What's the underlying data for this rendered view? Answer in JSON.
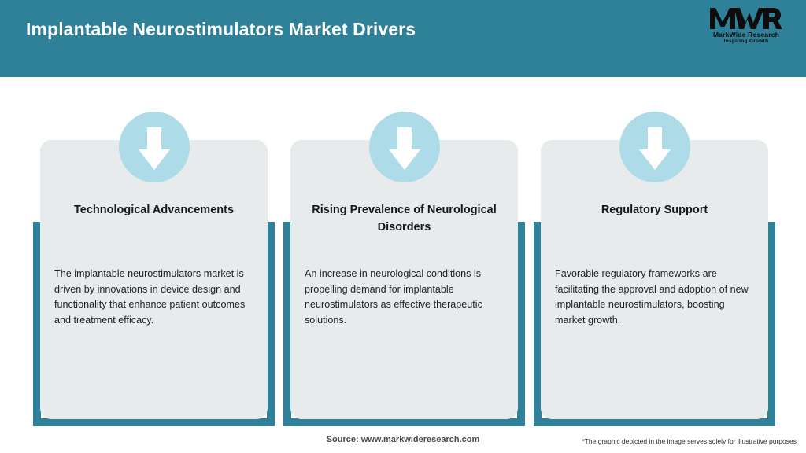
{
  "header": {
    "title": "Implantable Neurostimulators Market Drivers",
    "background_color": "#2e8198",
    "title_color": "#ffffff"
  },
  "logo": {
    "mark": "MWR",
    "name": "MarkWide Research",
    "tagline": "Inspiring Growth"
  },
  "theme": {
    "accent_color": "#2e8198",
    "card_background": "#e8ebec",
    "circle_color": "#aedbe8",
    "arrow_color": "#ffffff"
  },
  "cards": [
    {
      "icon": "arrow-down-icon",
      "title": "Technological Advancements",
      "body": "The implantable neurostimulators market is driven by innovations in device design and functionality that enhance patient outcomes and treatment efficacy."
    },
    {
      "icon": "arrow-down-icon",
      "title": "Rising Prevalence of Neurological Disorders",
      "body": "An increase in neurological conditions is propelling demand for implantable neurostimulators as effective therapeutic solutions."
    },
    {
      "icon": "arrow-down-icon",
      "title": "Regulatory Support",
      "body": "Favorable regulatory frameworks are facilitating the approval and adoption of new implantable neurostimulators, boosting market growth."
    }
  ],
  "footer": {
    "source": "Source: www.markwideresearch.com",
    "note": "*The graphic depicted in the image serves solely for illustrative purposes"
  }
}
